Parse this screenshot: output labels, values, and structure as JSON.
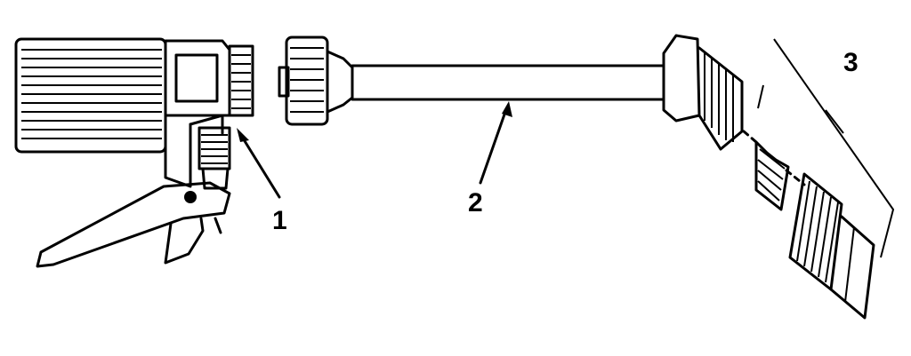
{
  "diagram": {
    "callouts": [
      {
        "id": "part-1",
        "text": "1"
      },
      {
        "id": "part-2",
        "text": "2"
      },
      {
        "id": "part-3",
        "text": "3"
      }
    ]
  }
}
